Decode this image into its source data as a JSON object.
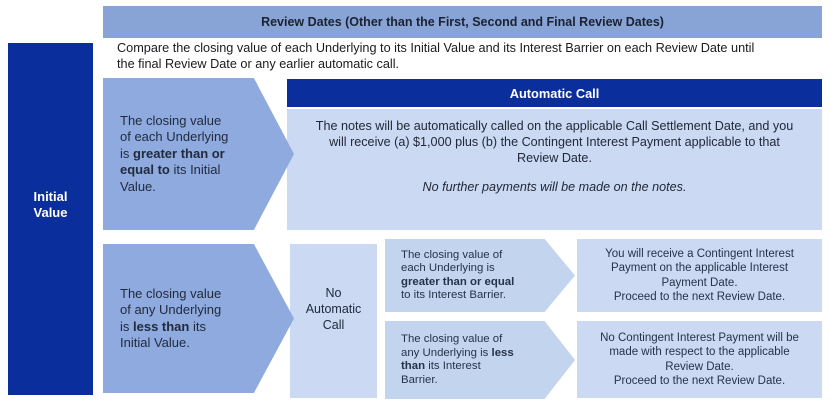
{
  "colors": {
    "navy": "#0A2E9B",
    "header_bar_blue": "#88A3D5",
    "big_arrow_blue": "#8FAADE",
    "light_panel_blue": "#CBD9F2",
    "small_arrow_blue": "#C3D4EE"
  },
  "header": {
    "title": "Review Dates (Other than the First, Second and Final Review Dates)",
    "description": "Compare the closing value of each Underlying to its Initial Value and its Interest Barrier on each Review Date until\nthe final Review Date or any earlier automatic call."
  },
  "left_panel": {
    "label": "Initial\nValue"
  },
  "automatic_call": {
    "title": "Automatic Call",
    "body": "The notes will be automatically called on the applicable Call Settlement Date, and you\nwill receive (a) $1,000 plus (b) the Contingent Interest Payment applicable to that\nReview Date.",
    "note": "No further payments will be made on the notes."
  },
  "conditions": {
    "above_initial": {
      "parts": [
        {
          "t": "The closing value\nof each Underlying\nis ",
          "b": false
        },
        {
          "t": "greater than or\nequal to",
          "b": true
        },
        {
          "t": " its Initial\nValue.",
          "b": false
        }
      ]
    },
    "below_initial": {
      "parts": [
        {
          "t": "The closing value\nof any Underlying\nis ",
          "b": false
        },
        {
          "t": "less than",
          "b": true
        },
        {
          "t": " its\nInitial Value.",
          "b": false
        }
      ]
    },
    "above_barrier": {
      "parts": [
        {
          "t": "The closing value of\neach Underlying is\n",
          "b": false
        },
        {
          "t": "greater than or equal",
          "b": true
        },
        {
          "t": "\nto its Interest Barrier.",
          "b": false
        }
      ]
    },
    "below_barrier": {
      "parts": [
        {
          "t": "The closing value of\nany Underlying is ",
          "b": false
        },
        {
          "t": "less\nthan",
          "b": true
        },
        {
          "t": " its Interest\nBarrier.",
          "b": false
        }
      ]
    }
  },
  "no_automatic_call": {
    "label": "No\nAutomatic\nCall"
  },
  "outcomes": {
    "interest_paid": "You will receive a Contingent Interest\nPayment on the applicable Interest\nPayment Date.\nProceed to the next Review Date.",
    "no_interest": "No Contingent Interest Payment will be\nmade with respect to the applicable\nReview Date.\nProceed to the next Review Date."
  }
}
